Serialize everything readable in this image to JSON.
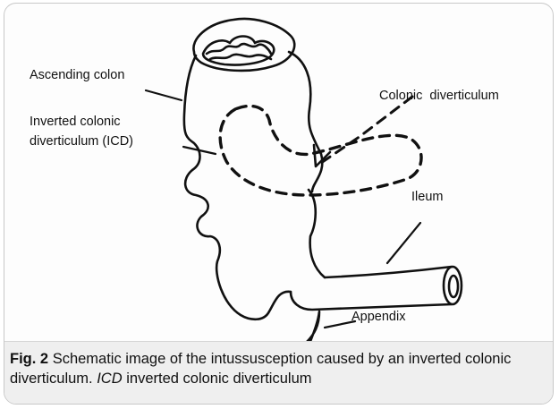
{
  "labels": {
    "ascending_colon": "Ascending colon",
    "icd_line1": "Inverted colonic",
    "icd_line2": "diverticulum (ICD)",
    "colonic_diverticulum": "Colonic  diverticulum",
    "ileum": "Ileum",
    "appendix": "Appendix"
  },
  "caption": {
    "fig_label": "Fig. 2",
    "text_part1": "Schematic image of the intussusception caused by an inverted colonic diverticulum.",
    "abbrev": "ICD",
    "text_part2": "inverted colonic diverticulum"
  },
  "colors": {
    "ink": "#111111",
    "caption_background": "#efefef",
    "frame_border": "#c8c8c8"
  }
}
